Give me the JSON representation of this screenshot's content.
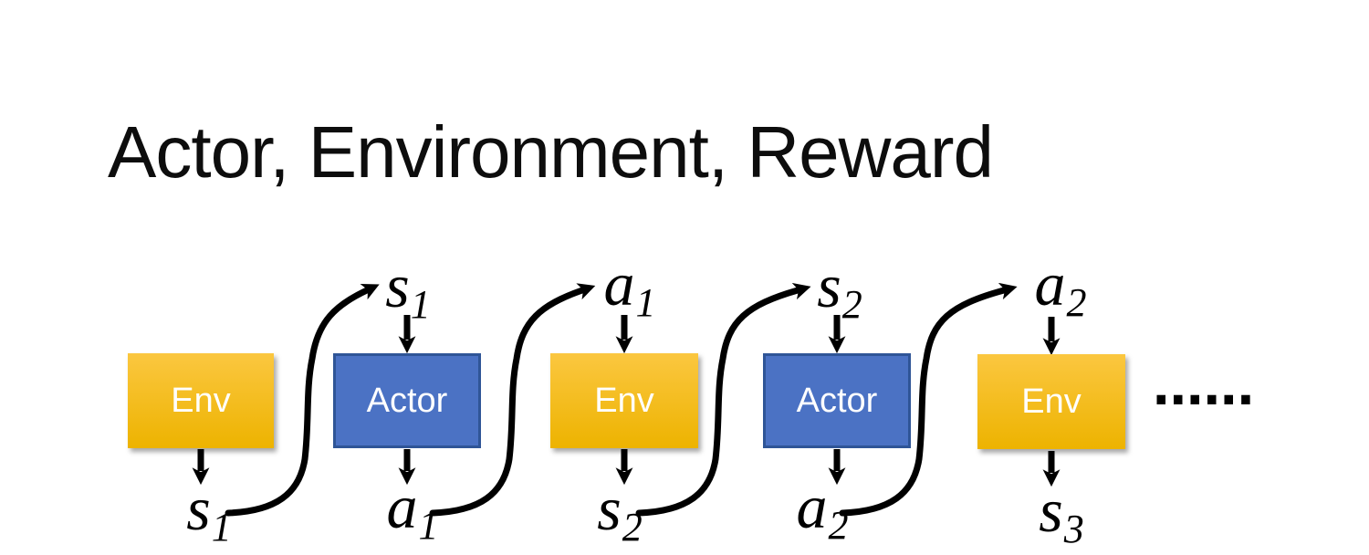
{
  "title": "Actor, Environment, Reward",
  "diagram": {
    "boxes": [
      {
        "label": "Env",
        "type": "env"
      },
      {
        "label": "Actor",
        "type": "actor"
      },
      {
        "label": "Env",
        "type": "env"
      },
      {
        "label": "Actor",
        "type": "actor"
      },
      {
        "label": "Env",
        "type": "env"
      }
    ],
    "top_labels": [
      {
        "base": "s",
        "sub": "1"
      },
      {
        "base": "a",
        "sub": "1"
      },
      {
        "base": "s",
        "sub": "2"
      },
      {
        "base": "a",
        "sub": "2"
      }
    ],
    "bottom_labels": [
      {
        "base": "s",
        "sub": "1"
      },
      {
        "base": "a",
        "sub": "1"
      },
      {
        "base": "s",
        "sub": "2"
      },
      {
        "base": "a",
        "sub": "2"
      },
      {
        "base": "s",
        "sub": "3"
      }
    ],
    "ellipsis": "......"
  },
  "colors": {
    "env_gradient_top": "#FBC740",
    "env_gradient_bottom": "#EDB300",
    "actor_fill": "#4B72C4",
    "actor_border": "#2F5597",
    "arrow": "#000000",
    "box_text": "#FFFFFF",
    "title_text": "#0D0D0D"
  }
}
